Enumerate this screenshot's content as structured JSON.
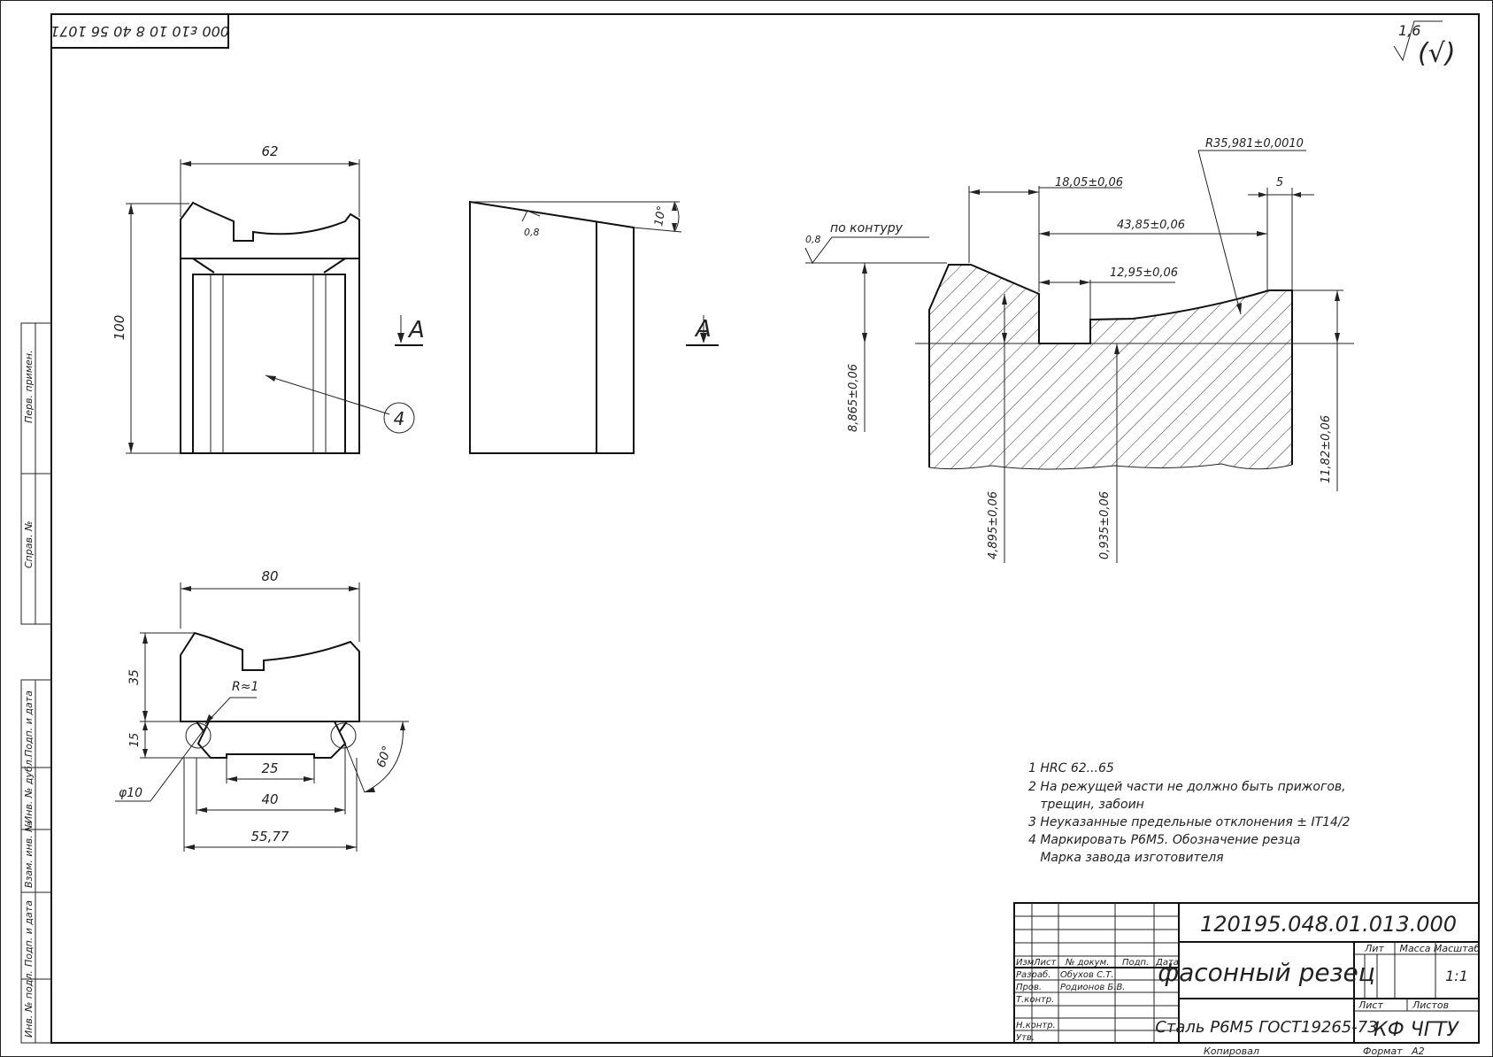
{
  "stamp_code": "000 ε10 10 8 40 56 1071",
  "roughness": {
    "value": "1,6",
    "note": "(√)"
  },
  "front_view": {
    "dim_width": "62",
    "dim_height": "100",
    "callout": "4"
  },
  "side_view": {
    "angle": "10°",
    "roughness": "0,8",
    "section_label_left": "A",
    "section_label_right": "A"
  },
  "profile": {
    "roughness_value": "0,8",
    "roughness_note": "по контуру",
    "radius": "R35,981±0,0010",
    "dim_18": "18,05±0,06",
    "dim_5": "5",
    "dim_43": "43,85±0,06",
    "dim_12": "12,95±0,06",
    "dim_8": "8,865±0,06",
    "dim_4": "4,895±0,06",
    "dim_0": "0,935±0,06",
    "dim_11": "11,82±0,06"
  },
  "section_view": {
    "dim_80": "80",
    "dim_35": "35",
    "dim_15": "15",
    "dim_r1": "R≈1",
    "dim_phi10": "φ10",
    "dim_25": "25",
    "dim_40": "40",
    "dim_55": "55,77",
    "dim_60": "60°"
  },
  "notes": [
    "1 HRC 62...65",
    "2 На режущей части не должно быть прижогов,",
    "   трещин, забоин",
    "3 Неуказанные предельные отклонения ± IT14/2",
    "4 Маркировать Р6М5. Обозначение резца",
    "   Марка завода изготовителя"
  ],
  "title_block": {
    "doc_number": "120195.048.01.013.000",
    "part_name": "фасонный резец",
    "material": "Сталь Р6М5 ГОСТ19265-73",
    "organization": "КФ ЧГТУ",
    "col_izm": "Изм",
    "col_list": "Лист",
    "col_docnum": "№ докум.",
    "col_podp": "Подп.",
    "col_data": "Дата",
    "row_razrab": "Разраб.",
    "razrab_name": "Обухов С.Т.",
    "row_prov": "Пров.",
    "prov_name": "Родионов Б.В.",
    "row_tkontr": "Т.контр.",
    "row_nkontr": "Н.контр.",
    "row_utv": "Утв.",
    "lit": "Лит",
    "massa": "Масса",
    "masshtab": "Масштаб",
    "scale": "1:1",
    "sheet": "Лист",
    "sheets": "Листов",
    "kopiroval": "Копировал",
    "format": "Формат   А2"
  },
  "side_strip": {
    "perv_primen": "Перв. примен.",
    "sprav_no": "Справ. №",
    "podp_data_1": "Подп. и дата",
    "inv_dubl": "Инв. № дубл.",
    "vzam_inv": "Взам. инв. №",
    "podp_data_2": "Подп. и дата",
    "inv_podl": "Инв. № подл."
  }
}
